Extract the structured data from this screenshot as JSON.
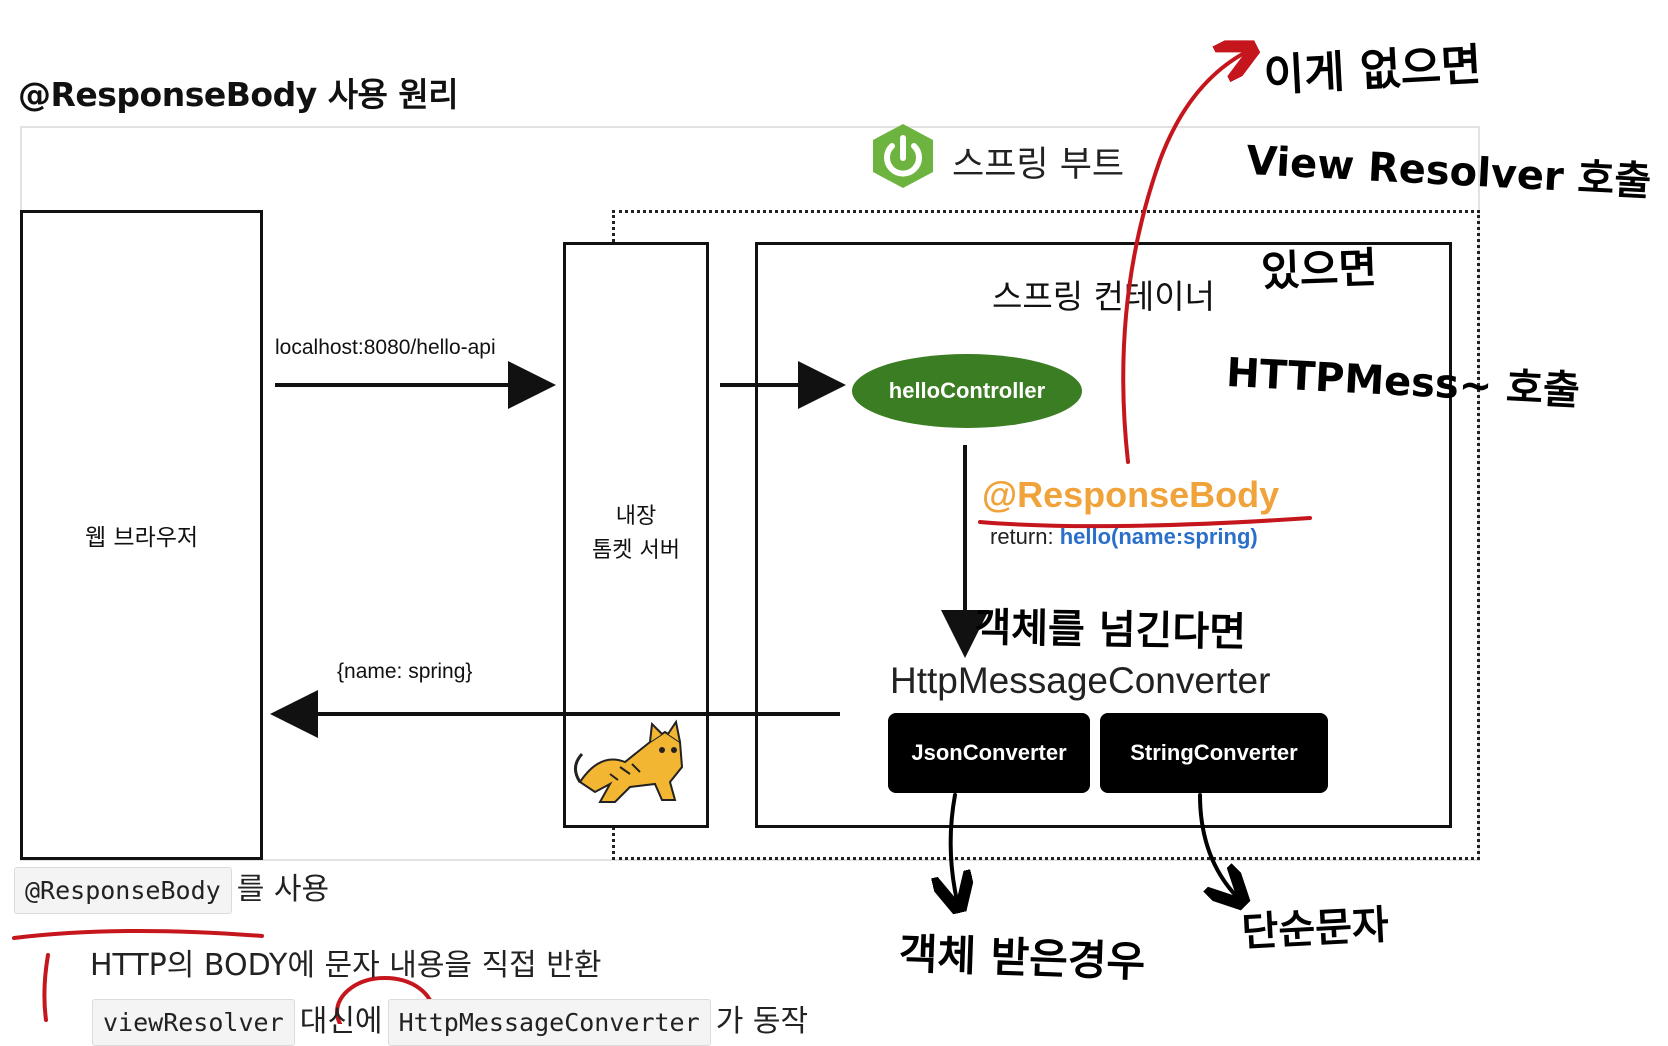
{
  "heading": "@ResponseBody 사용 원리",
  "diagram": {
    "boot_title": "스프링 부트",
    "browser_label": "웹 브라우저",
    "tomcat_label_line1": "내장",
    "tomcat_label_line2": "톰켓 서버",
    "container_title": "스프링 컨테이너",
    "request_url": "localhost:8080/hello-api",
    "response_payload": "{name: spring}",
    "controller": "helloController",
    "annotation": "@ResponseBody",
    "return_prefix": "return: ",
    "return_value": "hello(name:spring)",
    "converter_title": "HttpMessageConverter",
    "json_converter": "JsonConverter",
    "string_converter": "StringConverter"
  },
  "handwritten": {
    "note1": "이게 없으면",
    "note2": "View Resolver 호출",
    "note3": "있으면",
    "note4": "HTTPMess~ 호출",
    "note5": "객체를 넘긴다면",
    "note6": "객체 받은경우",
    "note7": "단순문자"
  },
  "text": {
    "code1": "@ResponseBody",
    "line1_suffix": "를 사용",
    "line2": "HTTP의 BODY에 문자 내용을 직접 반환",
    "code2": "viewResolver",
    "line3_mid": "대신에",
    "code3": "HttpMessageConverter",
    "line3_suffix": "가 동작"
  },
  "colors": {
    "spring_green": "#6db33f",
    "controller_green": "#3b7d23",
    "annotation_orange": "#f0a33a",
    "return_blue": "#2a6fc9",
    "pen_red": "#c4161c"
  }
}
